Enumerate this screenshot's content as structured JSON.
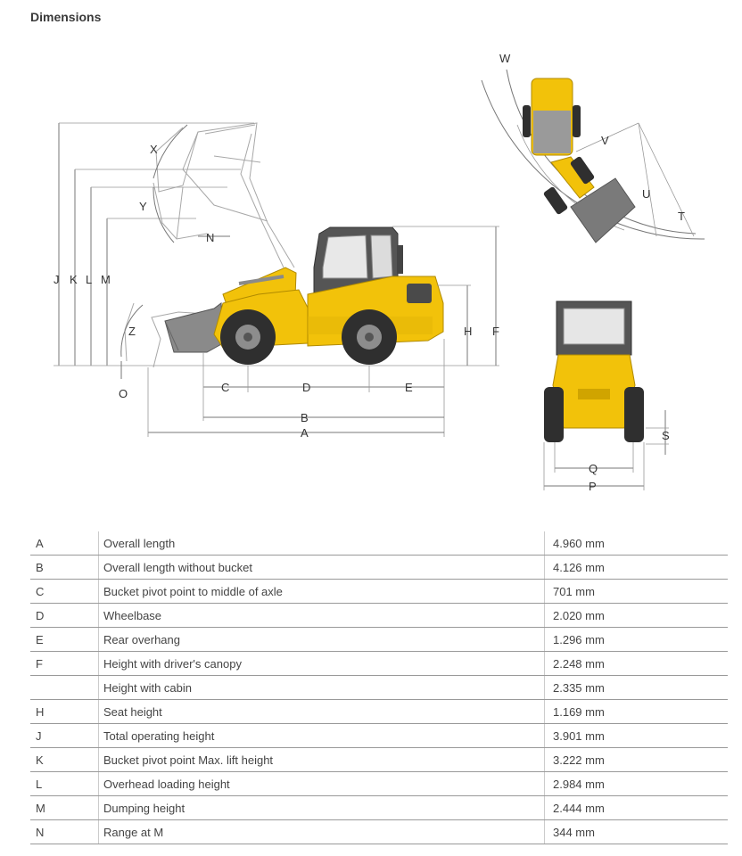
{
  "title": "Dimensions",
  "diagram_labels": {
    "A": "A",
    "B": "B",
    "C": "C",
    "D": "D",
    "E": "E",
    "F": "F",
    "H": "H",
    "J": "J",
    "K": "K",
    "L": "L",
    "M": "M",
    "N": "N",
    "O": "O",
    "P": "P",
    "Q": "Q",
    "S": "S",
    "T": "T",
    "U": "U",
    "V": "V",
    "W": "W",
    "X": "X",
    "Y": "Y",
    "Z": "Z"
  },
  "colors": {
    "machine": "#f2c20a",
    "machine_dark": "#4a4a4a",
    "tyre": "#2f2f2f"
  },
  "rows": [
    {
      "code": "A",
      "desc": "Overall length",
      "value": "4.960 mm"
    },
    {
      "code": "B",
      "desc": "Overall length without bucket",
      "value": "4.126 mm"
    },
    {
      "code": "C",
      "desc": "Bucket pivot point to middle of axle",
      "value": "701 mm"
    },
    {
      "code": "D",
      "desc": "Wheelbase",
      "value": "2.020 mm"
    },
    {
      "code": "E",
      "desc": "Rear overhang",
      "value": "1.296 mm"
    },
    {
      "code": "F",
      "desc": "Height with driver's canopy",
      "value": "2.248 mm"
    },
    {
      "code": "",
      "desc": "Height with cabin",
      "value": "2.335 mm"
    },
    {
      "code": "H",
      "desc": "Seat height",
      "value": "1.169 mm"
    },
    {
      "code": "J",
      "desc": "Total operating height",
      "value": "3.901 mm"
    },
    {
      "code": "K",
      "desc": "Bucket pivot point Max. lift height",
      "value": "3.222 mm"
    },
    {
      "code": "L",
      "desc": "Overhead loading height",
      "value": "2.984 mm"
    },
    {
      "code": "M",
      "desc": "Dumping height",
      "value": "2.444 mm"
    },
    {
      "code": "N",
      "desc": "Range at M",
      "value": "344 mm"
    }
  ]
}
